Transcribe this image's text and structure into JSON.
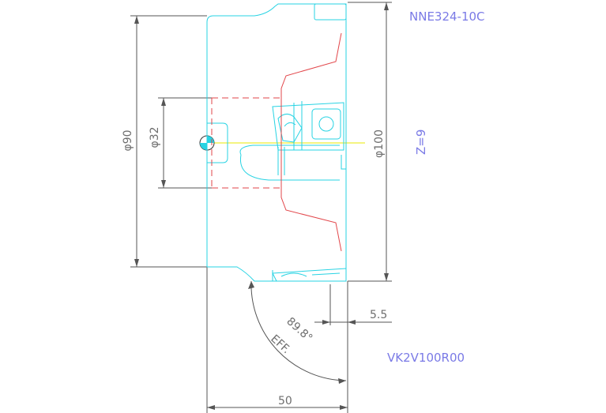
{
  "drawing": {
    "insert_code": "NNE324-10C",
    "tool_code": "VK2V100R00",
    "teeth": "Z=9",
    "dims": {
      "outer_dia": "φ90",
      "bore_dia": "φ32",
      "cutting_dia": "φ100",
      "height": "50",
      "insert_offset": "5.5",
      "angle": "89.8°",
      "angle_note": "EFF."
    }
  },
  "colors": {
    "dimension": "#555555",
    "body": "#27d3e3",
    "hidden": "#e2464a",
    "text_blue": "#7a7ae6",
    "centerline": "#e8e800"
  }
}
